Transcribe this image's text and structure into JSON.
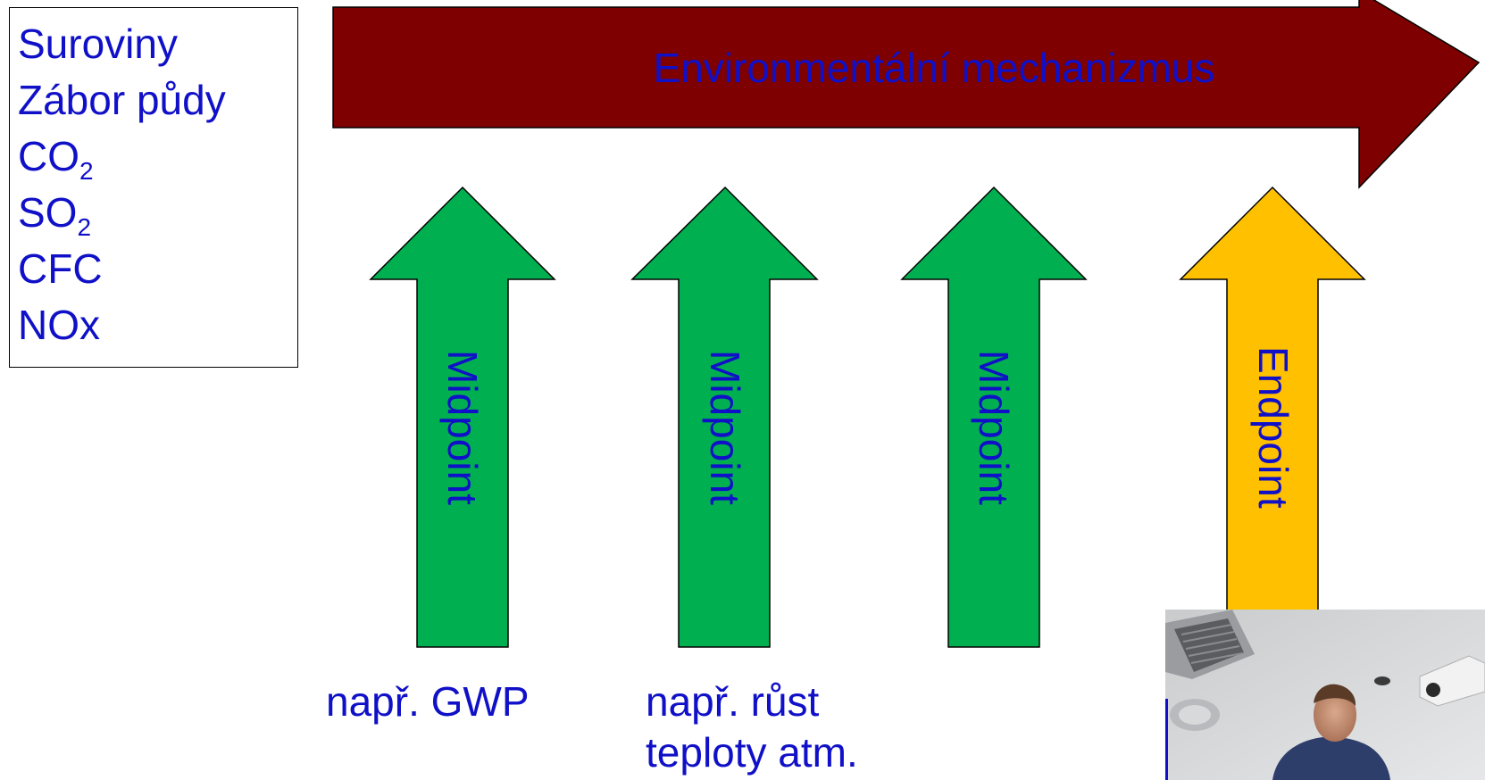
{
  "inventory": {
    "items": [
      {
        "text": "Suroviny",
        "sub": ""
      },
      {
        "text": "Zábor půdy",
        "sub": ""
      },
      {
        "text": "CO",
        "sub": "2"
      },
      {
        "text": "SO",
        "sub": "2"
      },
      {
        "text": "CFC",
        "sub": ""
      },
      {
        "text": "NOx",
        "sub": ""
      }
    ]
  },
  "mechanism_arrow": {
    "label": "Environmentální mechanizmus",
    "color": "#7f0000"
  },
  "indicator_arrows": [
    {
      "label": "Midpoint",
      "color": "#00b050"
    },
    {
      "label": "Midpoint",
      "color": "#00b050"
    },
    {
      "label": "Midpoint",
      "color": "#00b050"
    },
    {
      "label": "Endpoint",
      "color": "#ffc000"
    }
  ],
  "captions": {
    "caption_1": "např. GWP",
    "caption_2_line1": "např. růst",
    "caption_2_line2": "teploty atm."
  },
  "colors": {
    "text": "#1010c8",
    "outline": "#000000"
  }
}
